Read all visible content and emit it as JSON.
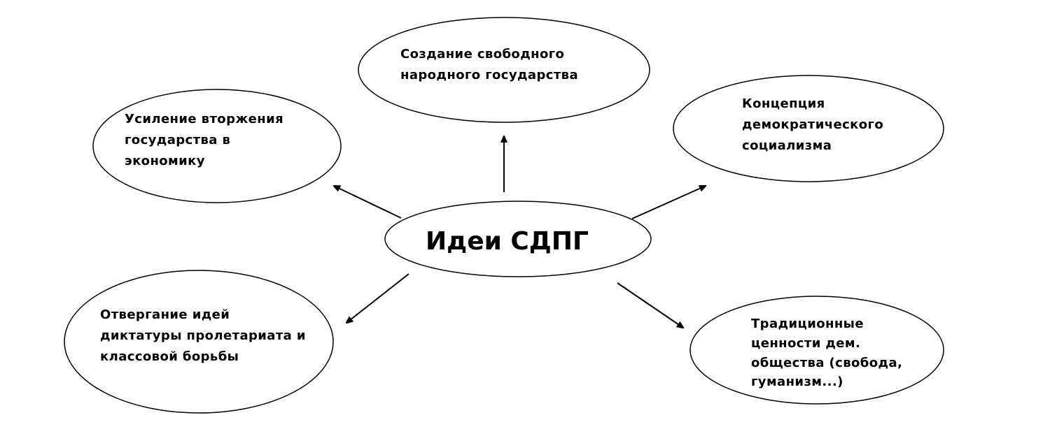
{
  "center": {
    "label": "Идеи СДПГ"
  },
  "nodes": {
    "top": {
      "lines": [
        "Создание свободного",
        "народного государства"
      ]
    },
    "top_left": {
      "lines": [
        "Усиление вторжения",
        "государства в",
        "экономику"
      ]
    },
    "top_right": {
      "lines": [
        "Концепция",
        "демократического",
        "социализма"
      ]
    },
    "bottom_left": {
      "lines": [
        "Отвергание идей",
        "диктатуры пролетариата и",
        "классовой борьбы"
      ]
    },
    "bottom_right": {
      "lines": [
        "Традиционные",
        "ценности дем.",
        "общества (свобода,",
        "гуманизм...)"
      ]
    }
  }
}
